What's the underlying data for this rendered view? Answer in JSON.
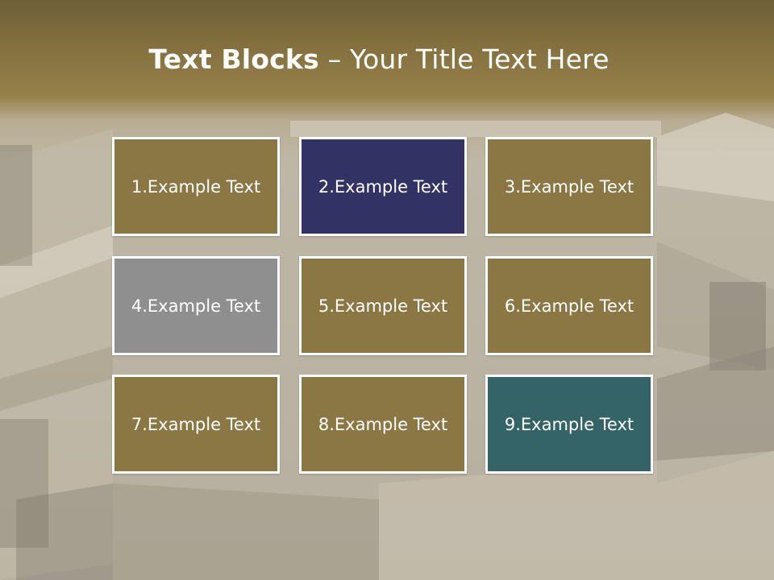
{
  "slide": {
    "title_bold": "Text Blocks",
    "title_dash": " – ",
    "title_rest": "Your Title Text Here"
  },
  "blocks": [
    {
      "label": "1.Example Text",
      "color": "#8b7744"
    },
    {
      "label": "2.Example Text",
      "color": "#333264"
    },
    {
      "label": "3.Example Text",
      "color": "#8b7744"
    },
    {
      "label": "4.Example Text",
      "color": "#8f8f8f"
    },
    {
      "label": "5.Example Text",
      "color": "#8b7744"
    },
    {
      "label": "6.Example Text",
      "color": "#8b7744"
    },
    {
      "label": "7.Example Text",
      "color": "#8b7744"
    },
    {
      "label": "8.Example Text",
      "color": "#8b7744"
    },
    {
      "label": "9.Example Text",
      "color": "#356468"
    }
  ]
}
